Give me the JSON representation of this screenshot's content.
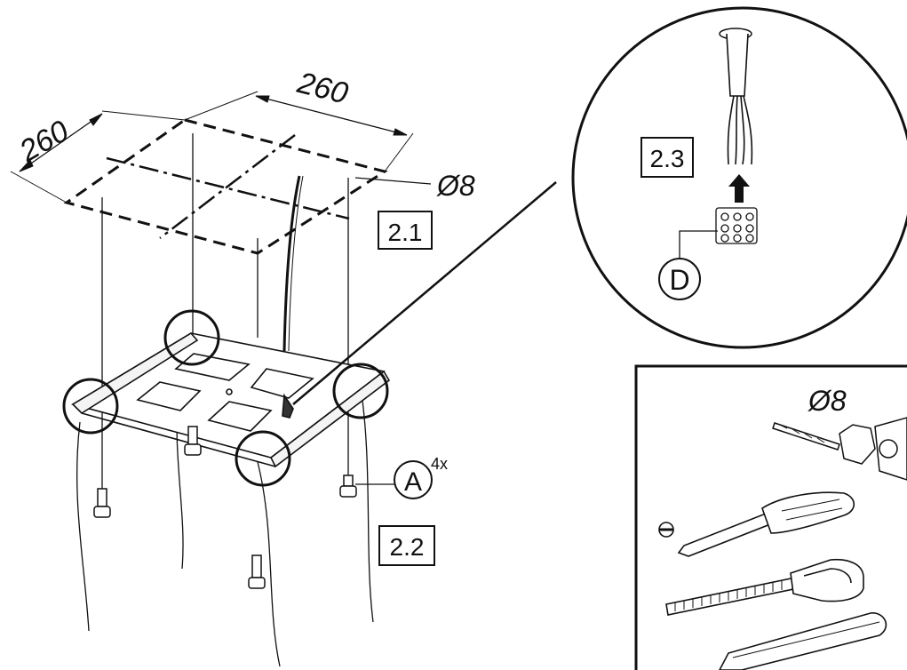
{
  "dimensions": {
    "width_a": "260",
    "width_b": "260"
  },
  "callouts": {
    "step_2_1": "2.1",
    "step_2_2": "2.2",
    "step_2_3": "2.3",
    "hole_diameter": "Ø8",
    "part_a": "A",
    "part_a_qty": "4x",
    "part_d": "D"
  },
  "tools_panel": {
    "drill_size": "Ø8",
    "tools": [
      "drill-icon",
      "flathead-screwdriver-icon",
      "tape-measure-icon",
      "pencil-icon"
    ]
  },
  "colors": {
    "ink": "#111111",
    "background": "#ffffff"
  }
}
